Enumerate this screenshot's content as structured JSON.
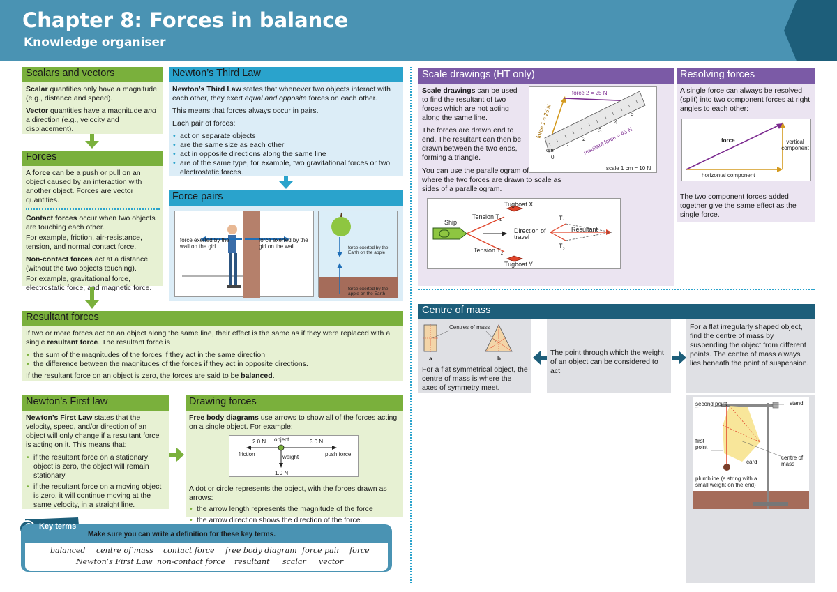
{
  "header": {
    "title": "Chapter 8: Forces in balance",
    "subtitle": "Knowledge organiser"
  },
  "scalars": {
    "title": "Scalars and vectors",
    "p1_b": "Scalar",
    "p1": " quantities only have a magnitude (e.g., distance and speed).",
    "p2_b": "Vector",
    "p2a": " quantities have a magnitude ",
    "p2_i": "and",
    "p2b": " a direction (e.g., velocity and displacement)."
  },
  "forces": {
    "title": "Forces",
    "p1a": "A ",
    "p1_b": "force",
    "p1b": " can be a push or pull on an object caused by an interaction with another object. Forces are vector quantities.",
    "p2_b": "Contact forces",
    "p2": " occur when two objects are touching each other.",
    "p3": "For example, friction, air-resistance, tension, and normal contact force.",
    "p4_b": "Non-contact forces",
    "p4": " act at a distance (without the two objects touching).",
    "p5": "For example, gravitational force, electrostatic force, and magnetic force."
  },
  "newton3": {
    "title": "Newton’s Third Law",
    "p1_b": "Newton’s Third Law",
    "p1a": " states that whenever two objects interact with each other, they exert ",
    "p1_i": "equal and opposite",
    "p1b": " forces on each other.",
    "p2": "This means that forces always occur in pairs.",
    "p3": "Each pair of forces:",
    "items": [
      "act on separate objects",
      "are the same size as each other",
      "act in opposite directions along the same line",
      "are of the same type, for example, two gravitational forces or two electrostatic forces."
    ]
  },
  "force_pairs": {
    "title": "Force pairs",
    "wall": "force exerted by the wall on the girl",
    "girl": "force exerted by the girl on the wall",
    "earth_on_apple": "force exerted by the Earth on the apple",
    "apple_on_earth": "force exerted by the apple on the Earth"
  },
  "resultant": {
    "title": "Resultant forces",
    "p1a": "If two or more forces act on an object along the same line, their effect is the same as if they were replaced with a single ",
    "p1_b": "resultant force",
    "p1b": ". The resultant force is",
    "items": [
      "the sum of the magnitudes of the forces if they act in the same direction",
      "the difference between the magnitudes of the forces if they act in opposite directions."
    ],
    "p2a": "If the resultant force on an object is zero, the forces are said to be ",
    "p2_b": "balanced",
    "p2b": "."
  },
  "newton1": {
    "title": "Newton’s First law",
    "p1_b": "Newton’s First Law",
    "p1": " states that the velocity, speed, and/or direction of an object will only change if a resultant force is acting on it. This means that:",
    "items": [
      "if the resultant force on a stationary object is zero, the object will remain stationary",
      "if the resultant force on a moving object is zero, it will continue moving at the same velocity, in a straight line."
    ]
  },
  "drawing": {
    "title": "Drawing forces",
    "p1_b": "Free body diagrams",
    "p1": " use arrows to show all of the forces acting on a single object. For example:",
    "d_left": "2.0 N",
    "d_obj": "object",
    "d_right": "3.0 N",
    "d_friction": "friction",
    "d_weight": "weight",
    "d_push": "push force",
    "d_down": "1.0 N",
    "p2": "A dot or circle represents the object, with the forces drawn as arrows:",
    "items": [
      "the arrow length represents the magnitude of the force",
      "the arrow direction shows the direction of the force."
    ]
  },
  "key_terms": {
    "title": "Key terms",
    "instruction": "Make sure you can write a definition for these key terms.",
    "row1": [
      "balanced",
      "centre of mass",
      "contact force",
      "free body diagram",
      "force pair",
      "force"
    ],
    "row2": [
      "Newton’s First Law",
      "non-contact force",
      "resultant",
      "scalar",
      "vector"
    ]
  },
  "scale": {
    "title": "Scale drawings (HT only)",
    "p1_b": "Scale drawings",
    "p1": " can be used to find the resultant of two forces which are not acting along the same line.",
    "p2": "The forces are drawn end to end. The resultant can then be drawn between the two ends, forming a triangle.",
    "p3": "You can use the parallelogram of forces where the two forces are drawn to scale as sides of a parallelogram.",
    "f1": "force 1 = 25 N",
    "f2": "force 2 = 25 N",
    "fr": "resultant force = 45 N",
    "cm": "cm",
    "scale_txt": "scale 1 cm = 10 N",
    "ruler_nums": [
      "0",
      "1",
      "2",
      "3",
      "4",
      "5"
    ],
    "ship": "Ship",
    "tugx": "Tugboat X",
    "tugy": "Tugboat Y",
    "t1": "Tension T",
    "t1s": "1",
    "t2": "Tension T",
    "t2s": "2",
    "dir": "Direction of travel",
    "res": "Resultant",
    "T1": "T",
    "T1s": "1",
    "T2": "T",
    "T2s": "2"
  },
  "resolving": {
    "title": "Resolving forces",
    "p1": "A single force can always be resolved (split) into two component forces at right angles to each other:",
    "force": "force",
    "vertical": "vertical component",
    "horizontal": "horizontal component",
    "p2": "The two component forces added together give the same effect as the single force."
  },
  "com": {
    "title": "Centre of mass",
    "label": "Centres of mass",
    "a": "a",
    "b": "b",
    "p1": "For a flat symmetrical object, the centre of mass is where the axes of symmetry meet.",
    "p2": "The point through which the weight of an object can be considered to act.",
    "p3": "For a flat irregularly shaped object, find the centre of mass by suspending the object from different points. The centre of mass always lies beneath the point of suspension.",
    "second": "second point",
    "stand": "stand",
    "first": "first point",
    "card": "card",
    "centre": "centre of mass",
    "plumb": "plumbline (a string with a small weight on the end)"
  },
  "colors": {
    "header": "#4a93b3",
    "green": "#7ab03c",
    "blue": "#2aa3cc",
    "purple": "#7b5aa6",
    "navy": "#1d5e7a"
  }
}
